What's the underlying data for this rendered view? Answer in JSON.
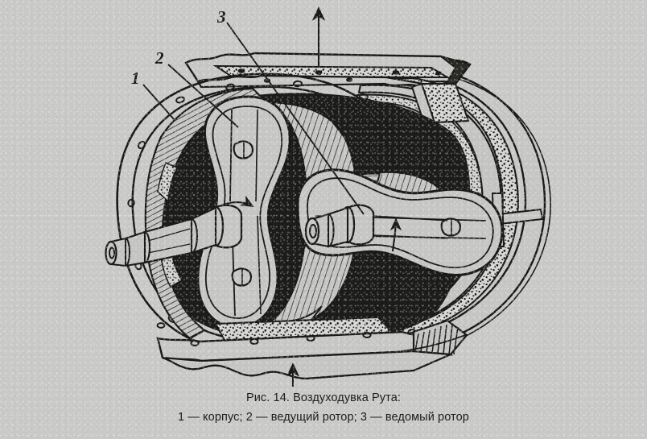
{
  "figure": {
    "title_line": "Рис. 14. Воздуходувка Рута:",
    "legend_line": "1 — корпус; 2 — ведущий ротор; 3 — ведомый ротор",
    "callouts": [
      {
        "id": "1",
        "label": "1",
        "refers_to": "корпус"
      },
      {
        "id": "2",
        "label": "2",
        "refers_to": "ведущий ротор"
      },
      {
        "id": "3",
        "label": "3",
        "refers_to": "ведомый ротор"
      }
    ],
    "flow_arrows": [
      {
        "name": "outlet-arrow",
        "direction": "up",
        "position": "top"
      },
      {
        "name": "inlet-arrow",
        "direction": "up",
        "position": "bottom"
      }
    ],
    "rotation_arrows": [
      {
        "name": "driving-rotor-rotation",
        "direction": "clockwise"
      },
      {
        "name": "driven-rotor-rotation",
        "direction": "counter-clockwise"
      }
    ],
    "colors": {
      "paper": "#c9c9c7",
      "ink": "#1a1a18",
      "metal_fill": "#c3c3c1",
      "cavity_dark": "#1c1c1a",
      "stipple": "#d2d2d0"
    }
  }
}
